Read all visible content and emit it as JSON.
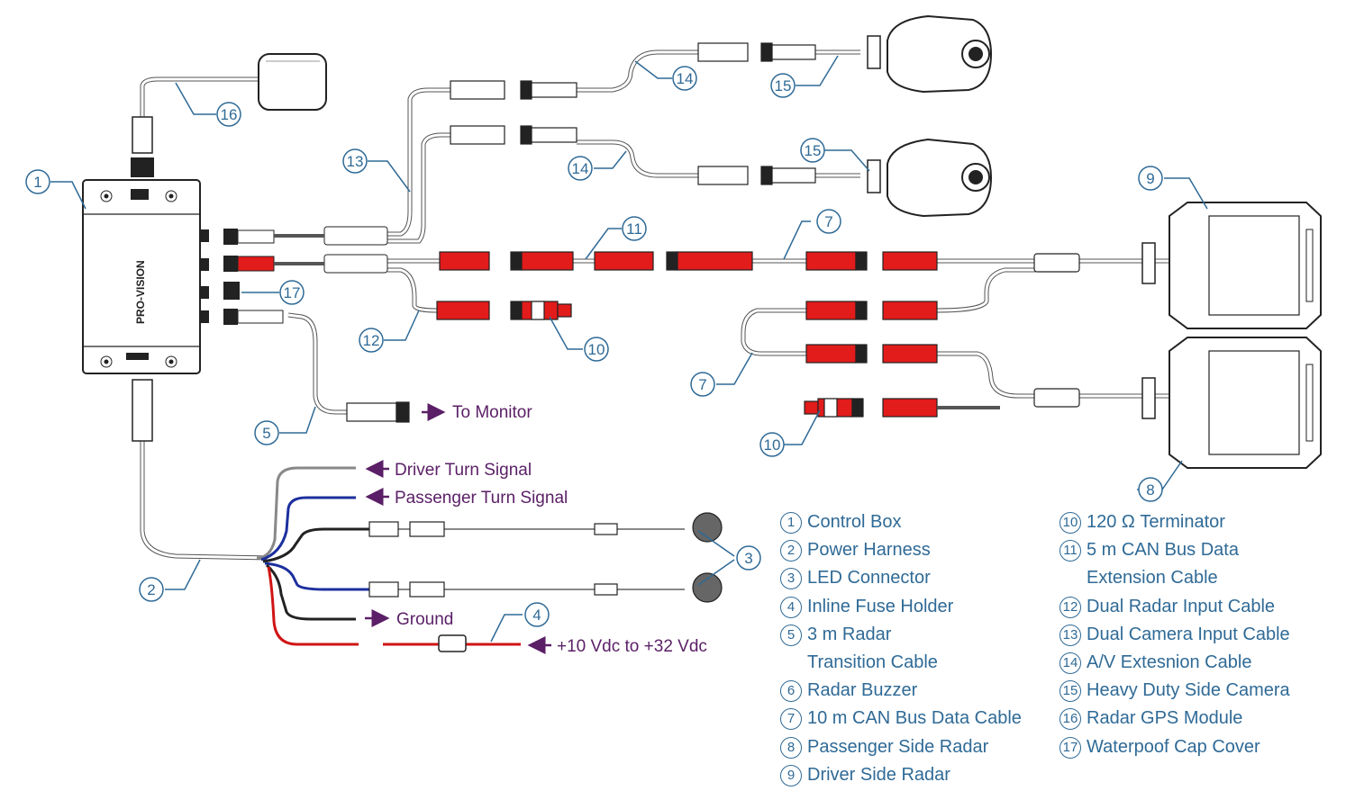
{
  "diagram": {
    "brand_text": "PRO-VISION",
    "callouts": {
      "c1": "1",
      "c2": "2",
      "c3": "3",
      "c4": "4",
      "c5": "5",
      "c7a": "7",
      "c7b": "7",
      "c8": "8",
      "c9": "9",
      "c10a": "10",
      "c10b": "10",
      "c11": "11",
      "c12": "12",
      "c13": "13",
      "c14a": "14",
      "c14b": "14",
      "c15a": "15",
      "c15b": "15",
      "c16": "16",
      "c17": "17"
    },
    "wire_labels": {
      "to_monitor": "To Monitor",
      "driver_turn": "Driver Turn Signal",
      "passenger_turn": "Passenger Turn Signal",
      "ground": "Ground",
      "power": "+10 Vdc to +32 Vdc"
    },
    "colors": {
      "callout": "#2f6a96",
      "wire_label": "#5a1f66",
      "connector_red": "#e21b1b",
      "wire_blue": "#1c2f9e",
      "wire_red": "#d01414"
    }
  },
  "legend": {
    "left": [
      {
        "num": "1",
        "text": "Control Box"
      },
      {
        "num": "2",
        "text": "Power Harness"
      },
      {
        "num": "3",
        "text": " LED Connector"
      },
      {
        "num": "4",
        "text": " Inline Fuse Holder"
      },
      {
        "num": "5",
        "text": "3 m Radar",
        "cont": "Transition Cable"
      },
      {
        "num": "6",
        "text": "Radar Buzzer"
      },
      {
        "num": "7",
        "text": " 10 m CAN Bus Data Cable"
      },
      {
        "num": "8",
        "text": "Passenger Side Radar"
      },
      {
        "num": "9",
        "text": "Driver Side Radar"
      }
    ],
    "right": [
      {
        "num": "10",
        "text": "120 Ω Terminator"
      },
      {
        "num": "11",
        "text": "5 m CAN Bus Data",
        "cont": "Extension Cable"
      },
      {
        "num": "12",
        "text": "Dual Radar Input Cable"
      },
      {
        "num": "13",
        "text": "Dual Camera Input Cable"
      },
      {
        "num": "14",
        "text": "A/V Extesnion Cable"
      },
      {
        "num": "15",
        "text": "Heavy Duty Side Camera"
      },
      {
        "num": "16",
        "text": "Radar GPS Module"
      },
      {
        "num": "17",
        "text": "Waterpoof Cap Cover"
      }
    ]
  }
}
